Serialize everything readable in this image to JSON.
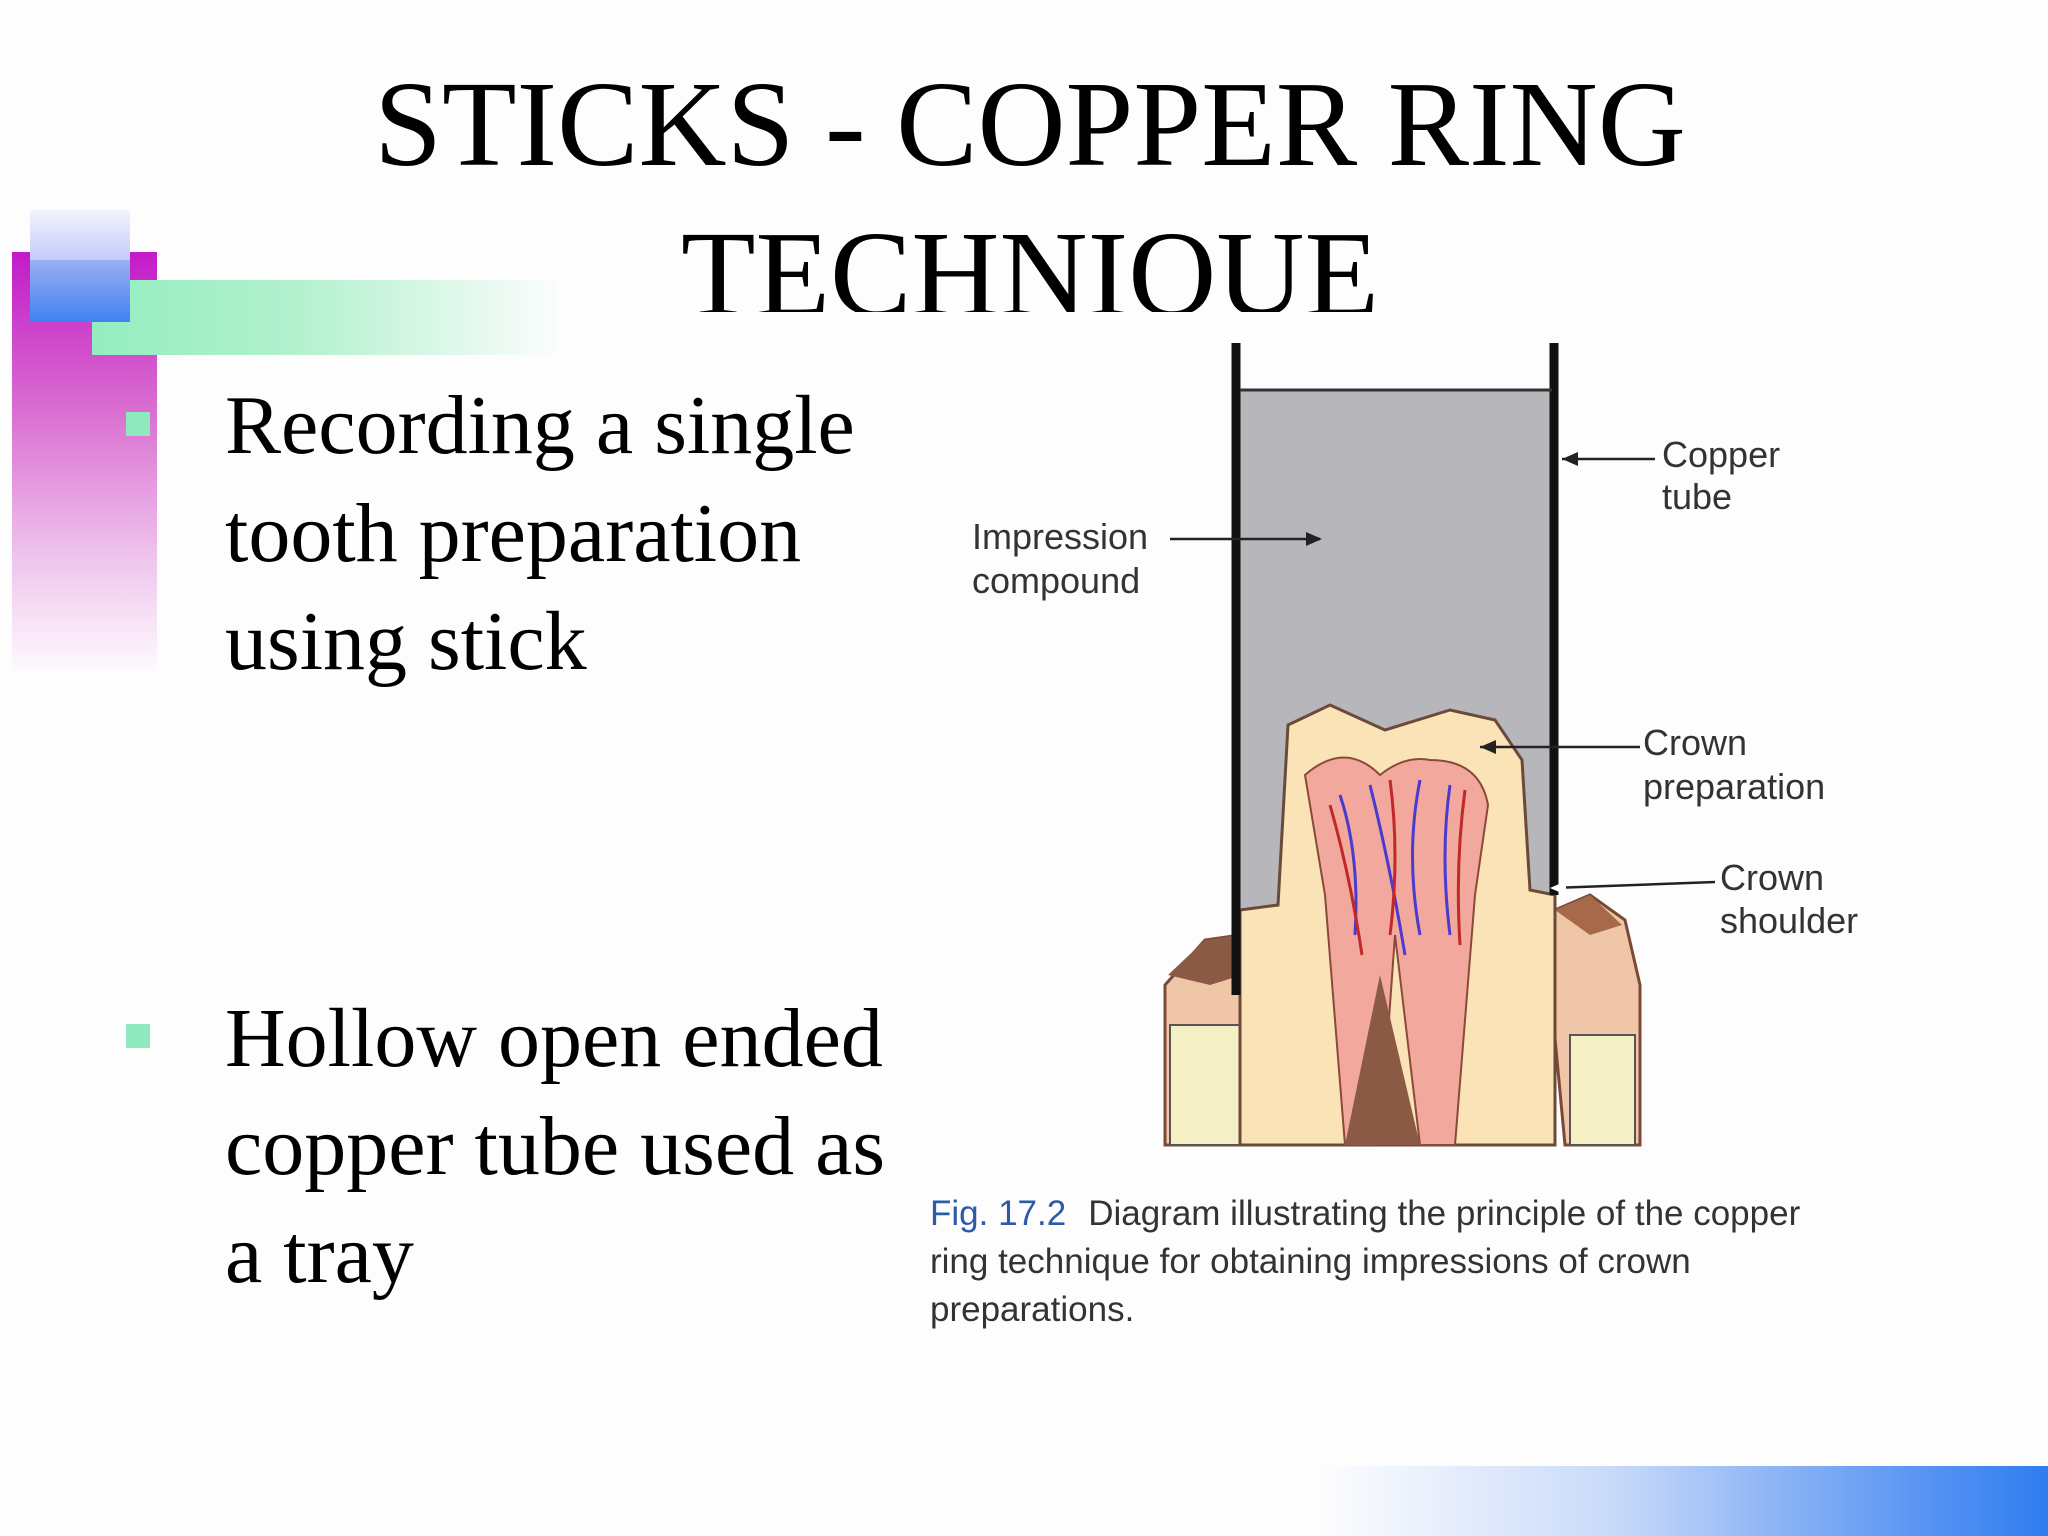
{
  "slide": {
    "title": "STICKS - COPPER  RING TECHNIQUE",
    "bullets": [
      {
        "text_lines": [
          "Recording a single",
          "tooth preparation",
          "using stick"
        ]
      },
      {
        "text_lines": [
          "Hollow open ended",
          "copper tube used as",
          "a tray"
        ]
      }
    ]
  },
  "figure": {
    "labels": {
      "copper_tube": [
        "Copper",
        "tube"
      ],
      "impression_compound": [
        "Impression",
        "compound"
      ],
      "crown_preparation": [
        "Crown",
        "preparation"
      ],
      "crown_shoulder": [
        "Crown",
        "shoulder"
      ]
    },
    "caption": {
      "fig_number": "Fig. 17.2",
      "lines": [
        "Diagram illustrating the principle of the copper",
        "ring technique for obtaining impressions of crown",
        "preparations."
      ]
    }
  },
  "colors": {
    "accent_pink": "#c21bc9",
    "accent_green": "#93edc0",
    "accent_blue": "#3f82f2",
    "compound_gray": "#b7b7bb",
    "tooth_cream": "#fbe3b8",
    "pulp_pink": "#f2a89c",
    "caption_fig_blue": "#2c5aa6"
  }
}
